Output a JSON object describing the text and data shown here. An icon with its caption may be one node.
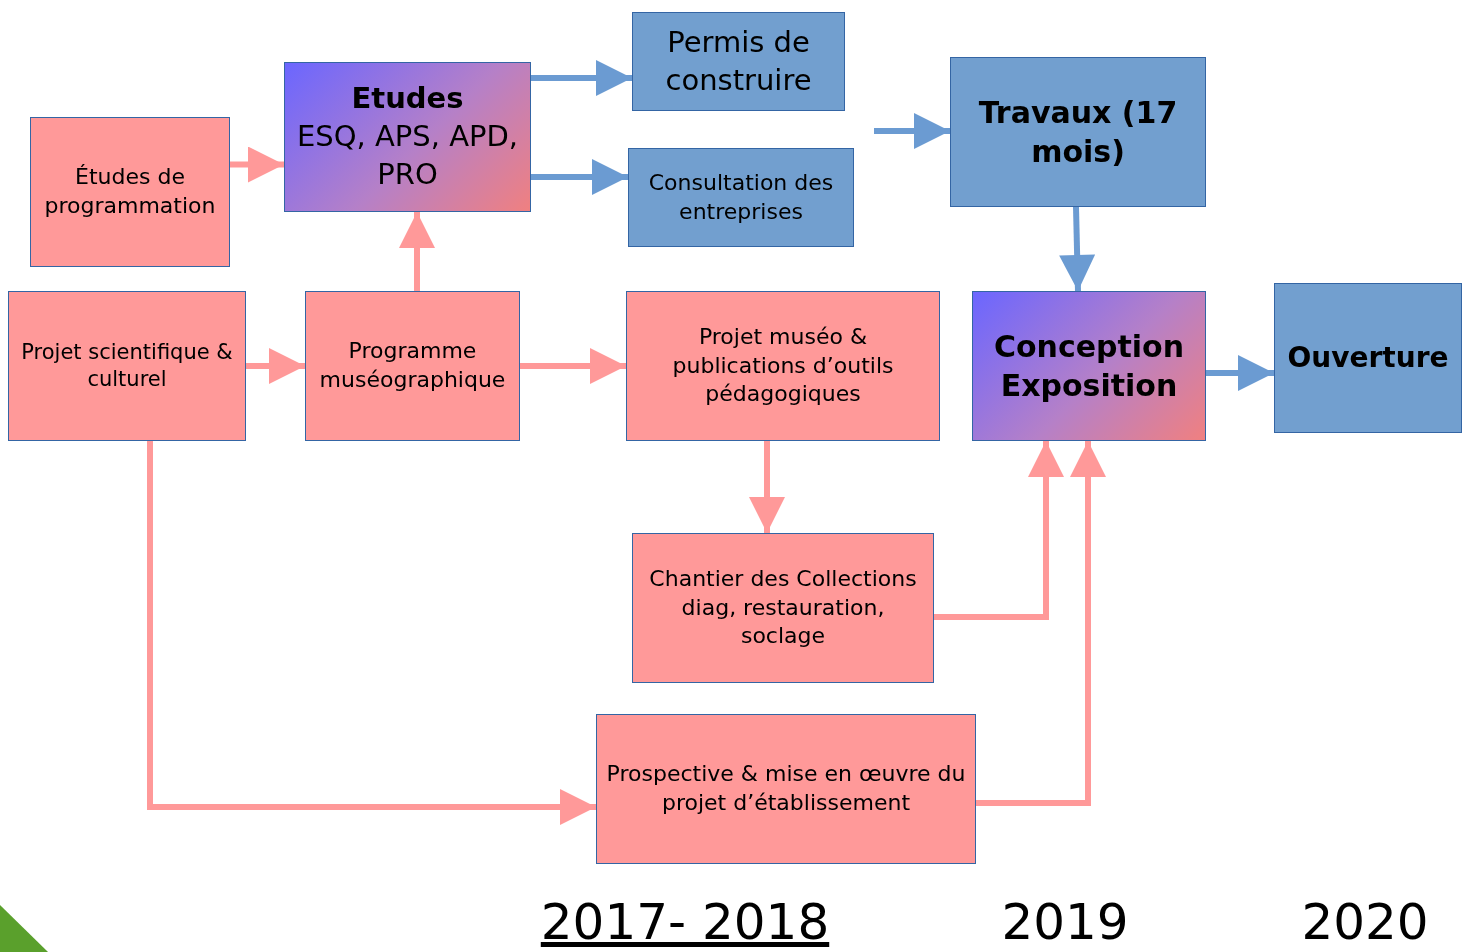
{
  "diagram": {
    "nodes": [
      {
        "text": [
          "Études de programmation"
        ]
      },
      {
        "text": [
          "Etudes",
          "ESQ, APS, APD, PRO"
        ]
      },
      {
        "text": [
          "Permis de construire"
        ]
      },
      {
        "text": [
          "Consultation des entreprises"
        ]
      },
      {
        "text": [
          "Travaux (17 mois)"
        ]
      },
      {
        "text": [
          "Projet scientifique & culturel"
        ]
      },
      {
        "text": [
          "Programme muséographique"
        ]
      },
      {
        "text": [
          "Projet muséo & publications d’outils pédagogiques"
        ]
      },
      {
        "text": [
          "Conception Exposition"
        ]
      },
      {
        "text": [
          "Ouverture"
        ]
      },
      {
        "text": [
          "Chantier des Collections diag, restauration, soclage"
        ]
      },
      {
        "text": [
          "Prospective & mise en œuvre du projet d’établissement"
        ]
      }
    ],
    "edges": [
      {
        "from": 0,
        "to": 1,
        "arrow": "to"
      },
      {
        "from": 1,
        "to": 2,
        "arrow": "to",
        "color": "#6b9bd2"
      },
      {
        "from": 1,
        "to": 3,
        "arrow": "to",
        "color": "#6b9bd2"
      },
      {
        "from": null,
        "to": 4,
        "arrow": "to",
        "color": "#6b9bd2"
      },
      {
        "from": 4,
        "to": 8,
        "arrow": "to",
        "color": "#6b9bd2"
      },
      {
        "from": 8,
        "to": 9,
        "arrow": "to",
        "color": "#6b9bd2"
      },
      {
        "from": 6,
        "to": 1,
        "arrow": "to"
      },
      {
        "from": 5,
        "to": 6,
        "arrow": "to"
      },
      {
        "from": 6,
        "to": 7,
        "arrow": "to"
      },
      {
        "from": 7,
        "to": 10,
        "arrow": "to"
      },
      {
        "from": 10,
        "to": 8,
        "arrow": "to"
      },
      {
        "from": 11,
        "to": 8,
        "arrow": "to"
      },
      {
        "from": 5,
        "to": 11,
        "arrow": "to"
      }
    ],
    "labels": [
      "2017- 2018",
      "2019",
      "2020"
    ]
  }
}
